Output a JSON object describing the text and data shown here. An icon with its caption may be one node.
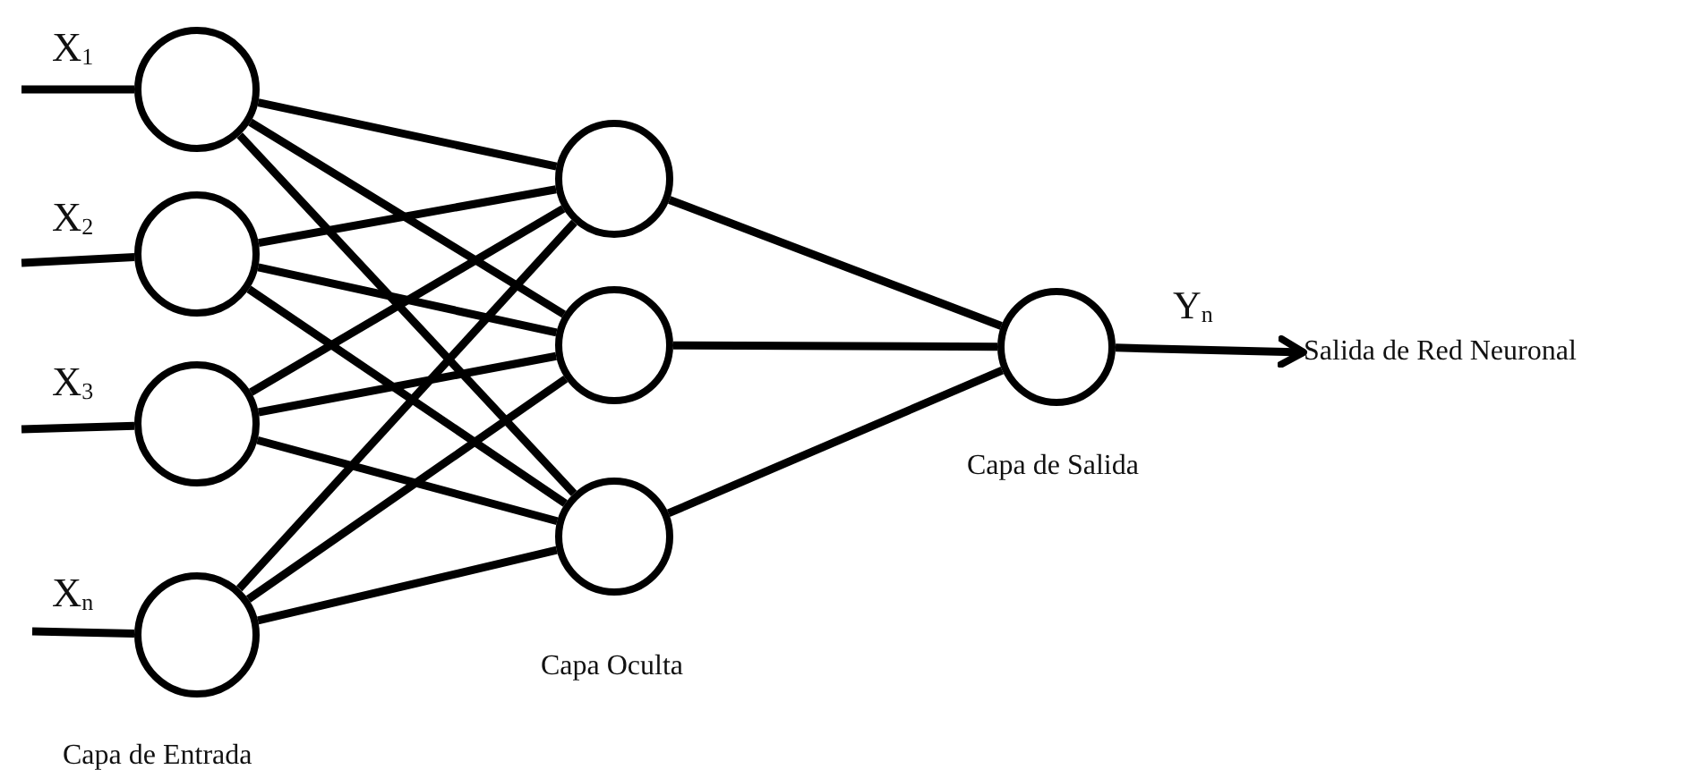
{
  "diagram": {
    "nodes": [
      {
        "text": [],
        "shape": "circle",
        "beside": [
          "X$_{1}$"
        ]
      },
      {
        "text": [],
        "shape": "circle",
        "beside": [
          "X$_{2}$"
        ]
      },
      {
        "text": [],
        "shape": "circle",
        "beside": [
          "X$_{3}$"
        ]
      },
      {
        "text": [],
        "shape": "circle",
        "beside": [
          "X$_{n}$"
        ]
      },
      {
        "text": [],
        "shape": "circle"
      },
      {
        "text": [],
        "shape": "circle"
      },
      {
        "text": [],
        "shape": "circle"
      },
      {
        "text": [],
        "shape": "circle"
      },
      {
        "text": [
          "Salida de Red Neuronal"
        ]
      }
    ],
    "edges": [
      {
        "from": null,
        "to": 0,
        "arrow": "none"
      },
      {
        "from": null,
        "to": 1,
        "arrow": "none"
      },
      {
        "from": null,
        "to": 2,
        "arrow": "none"
      },
      {
        "from": null,
        "to": 3,
        "arrow": "none"
      },
      {
        "from": 0,
        "to": 4,
        "arrow": "none"
      },
      {
        "from": 0,
        "to": 5,
        "arrow": "none"
      },
      {
        "from": 0,
        "to": 6,
        "arrow": "none"
      },
      {
        "from": 1,
        "to": 4,
        "arrow": "none"
      },
      {
        "from": 1,
        "to": 5,
        "arrow": "none"
      },
      {
        "from": 1,
        "to": 6,
        "arrow": "none"
      },
      {
        "from": 2,
        "to": 4,
        "arrow": "none"
      },
      {
        "from": 2,
        "to": 5,
        "arrow": "none"
      },
      {
        "from": 2,
        "to": 6,
        "arrow": "none"
      },
      {
        "from": 3,
        "to": 4,
        "arrow": "none"
      },
      {
        "from": 3,
        "to": 5,
        "arrow": "none"
      },
      {
        "from": 3,
        "to": 6,
        "arrow": "none"
      },
      {
        "from": 4,
        "to": 7,
        "arrow": "none"
      },
      {
        "from": 5,
        "to": 7,
        "arrow": "none"
      },
      {
        "from": 6,
        "to": 7,
        "arrow": "none"
      },
      {
        "from": 7,
        "to": 8,
        "arrow": "to",
        "label": "Y$_{n}$"
      }
    ],
    "labels": [
      "Capa de Salida",
      "Capa Oculta",
      "Capa de Entrada"
    ]
  }
}
